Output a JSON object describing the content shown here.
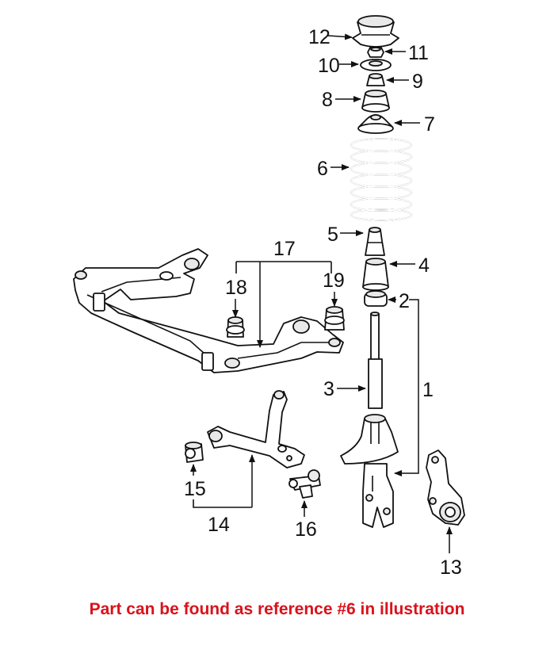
{
  "diagram": {
    "callouts": [
      {
        "id": "12",
        "label": "12"
      },
      {
        "id": "11",
        "label": "11"
      },
      {
        "id": "10",
        "label": "10"
      },
      {
        "id": "9",
        "label": "9"
      },
      {
        "id": "8",
        "label": "8"
      },
      {
        "id": "7",
        "label": "7"
      },
      {
        "id": "6",
        "label": "6"
      },
      {
        "id": "5",
        "label": "5"
      },
      {
        "id": "4",
        "label": "4"
      },
      {
        "id": "17",
        "label": "17"
      },
      {
        "id": "18",
        "label": "18"
      },
      {
        "id": "19",
        "label": "19"
      },
      {
        "id": "2",
        "label": "2"
      },
      {
        "id": "3",
        "label": "3"
      },
      {
        "id": "1",
        "label": "1"
      },
      {
        "id": "15",
        "label": "15"
      },
      {
        "id": "14",
        "label": "14"
      },
      {
        "id": "16",
        "label": "16"
      },
      {
        "id": "13",
        "label": "13"
      }
    ],
    "caption": {
      "text": "Part can be found as reference #6 in illustration",
      "color": "#d9121b"
    }
  }
}
